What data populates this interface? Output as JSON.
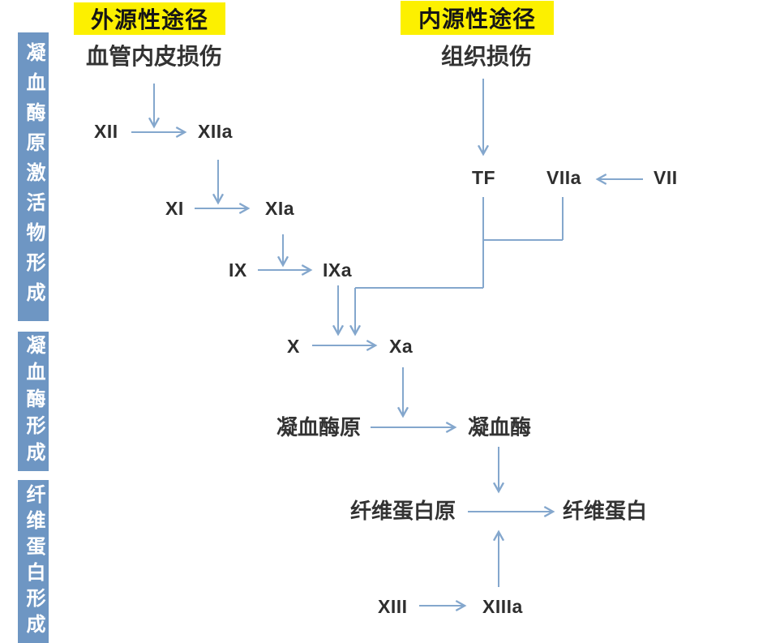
{
  "palette": {
    "sidebar_blue": "#6e96c3",
    "arrow_blue": "#84a7cd",
    "banner_yellow": "#fcf000",
    "text_dark": "#333333",
    "sidebar_text": "#ffffff",
    "background": "#ffffff"
  },
  "sidebar": {
    "sections": [
      {
        "label": "凝血酶原激活物形成"
      },
      {
        "label": "凝血酶形成"
      },
      {
        "label": "纤维蛋白形成"
      }
    ]
  },
  "banners": {
    "extrinsic": "外源性途径",
    "intrinsic": "内源性途径"
  },
  "nodes": {
    "vascular_injury": "血管内皮损伤",
    "tissue_injury": "组织损伤",
    "f12": "XII",
    "f12a": "XIIa",
    "f11": "XI",
    "f11a": "XIa",
    "f9": "IX",
    "f9a": "IXa",
    "tf": "TF",
    "f7a": "VIIa",
    "f7": "VII",
    "f10": "X",
    "f10a": "Xa",
    "prothrombin": "凝血酶原",
    "thrombin": "凝血酶",
    "fibrinogen": "纤维蛋白原",
    "fibrin": "纤维蛋白",
    "f13": "XIII",
    "f13a": "XIIIa"
  },
  "edges": [
    {
      "from": "血管内皮损伤",
      "to": "XII→XIIa 反应"
    },
    {
      "from": "XII",
      "to": "XIIa"
    },
    {
      "from": "XIIa",
      "to": "XI→XIa 反应"
    },
    {
      "from": "XI",
      "to": "XIa"
    },
    {
      "from": "XIa",
      "to": "IX→IXa 反应"
    },
    {
      "from": "IX",
      "to": "IXa"
    },
    {
      "from": "组织损伤",
      "to": "TF"
    },
    {
      "from": "VII",
      "to": "VIIa"
    },
    {
      "from": "TF+VIIa",
      "to": "X→Xa 反应"
    },
    {
      "from": "IXa",
      "to": "X→Xa 反应"
    },
    {
      "from": "X",
      "to": "Xa"
    },
    {
      "from": "Xa",
      "to": "凝血酶原→凝血酶 反应"
    },
    {
      "from": "凝血酶原",
      "to": "凝血酶"
    },
    {
      "from": "凝血酶",
      "to": "纤维蛋白原→纤维蛋白 反应"
    },
    {
      "from": "纤维蛋白原",
      "to": "纤维蛋白"
    },
    {
      "from": "XIII",
      "to": "XIIIa"
    },
    {
      "from": "XIIIa",
      "to": "纤维蛋白原→纤维蛋白 反应"
    }
  ]
}
